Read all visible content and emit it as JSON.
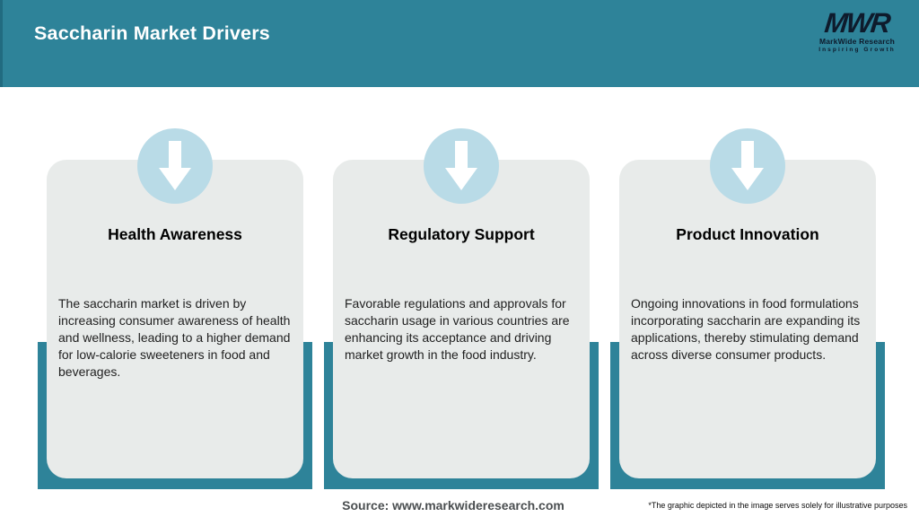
{
  "header": {
    "title": "Saccharin Market Drivers",
    "logo": {
      "acronym": "MWR",
      "company": "MarkWide Research",
      "tagline": "Inspiring Growth"
    }
  },
  "drivers": [
    {
      "icon": "down-arrow-icon",
      "title": "Health Awareness",
      "description": "The saccharin market is driven by increasing consumer awareness of health and wellness, leading to a higher demand for low-calorie sweeteners in food and beverages."
    },
    {
      "icon": "down-arrow-icon",
      "title": "Regulatory Support",
      "description": "Favorable regulations and approvals for saccharin usage in various countries are enhancing its acceptance and driving market growth in the food industry."
    },
    {
      "icon": "down-arrow-icon",
      "title": "Product Innovation",
      "description": "Ongoing innovations in food formulations incorporating saccharin are expanding its applications, thereby stimulating demand across diverse consumer products."
    }
  ],
  "footer": {
    "source": "Source: www.markwideresearch.com",
    "disclaimer": "*The graphic depicted in the image serves solely for illustrative purposes"
  },
  "colors": {
    "teal": "#2E8399",
    "teal_dark_edge": "#216B80",
    "card_bg": "#E8EBEA",
    "icon_circle_bg": "#B9DBE7",
    "logo_ink": "#0E1B2C",
    "source_text": "#4A4E50",
    "arrow": "#FFFFFF"
  }
}
